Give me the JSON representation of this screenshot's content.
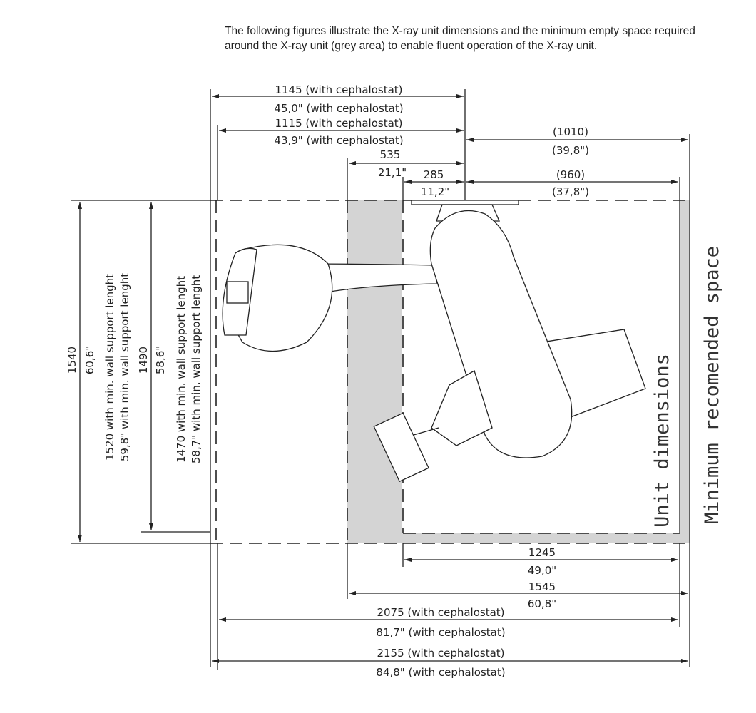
{
  "intro_text": "The following figures illustrate the X-ray unit dimensions and the minimum empty space required around the X-ray unit (grey area) to enable fluent operation of the X-ray unit.",
  "top_dimensions": {
    "d1145": "1145 (with cephalostat)",
    "d1145_in": "45,0\" (with cephalostat)",
    "d1115": "1115 (with cephalostat)",
    "d1115_in": "43,9\" (with cephalostat)",
    "d1010": "(1010)",
    "d1010_in": "(39,8\")",
    "d535": "535",
    "d535_in": "21,1\"",
    "d285": "285",
    "d285_in": "11,2\"",
    "d960": "(960)",
    "d960_in": "(37,8\")"
  },
  "left_dimensions": {
    "d1540": "1540",
    "d1540_in": "60,6\"",
    "d1520": "1520 with min. wall support lenght",
    "d1520_in": "59,8\" with min. wall support lenght",
    "d1490": "1490",
    "d1490_in": "58,6\"",
    "d1470": "1470 with min. wall support lenght",
    "d1470_in": "58,7\" with min. wall support lenght"
  },
  "bottom_dimensions": {
    "d1245": "1245",
    "d1245_in": "49,0\"",
    "d1545": "1545",
    "d1545_in": "60,8\"",
    "d2075": "2075 (with cephalostat)",
    "d2075_in": "81,7\" (with cephalostat)",
    "d2155": "2155 (with cephalostat)",
    "d2155_in": "84,8\" (with cephalostat)"
  },
  "legend": {
    "unit": "Unit dimensions",
    "minimum": "Minimum recomended space"
  },
  "colors": {
    "grey_area": "#d4d4d4",
    "line": "#222222"
  }
}
